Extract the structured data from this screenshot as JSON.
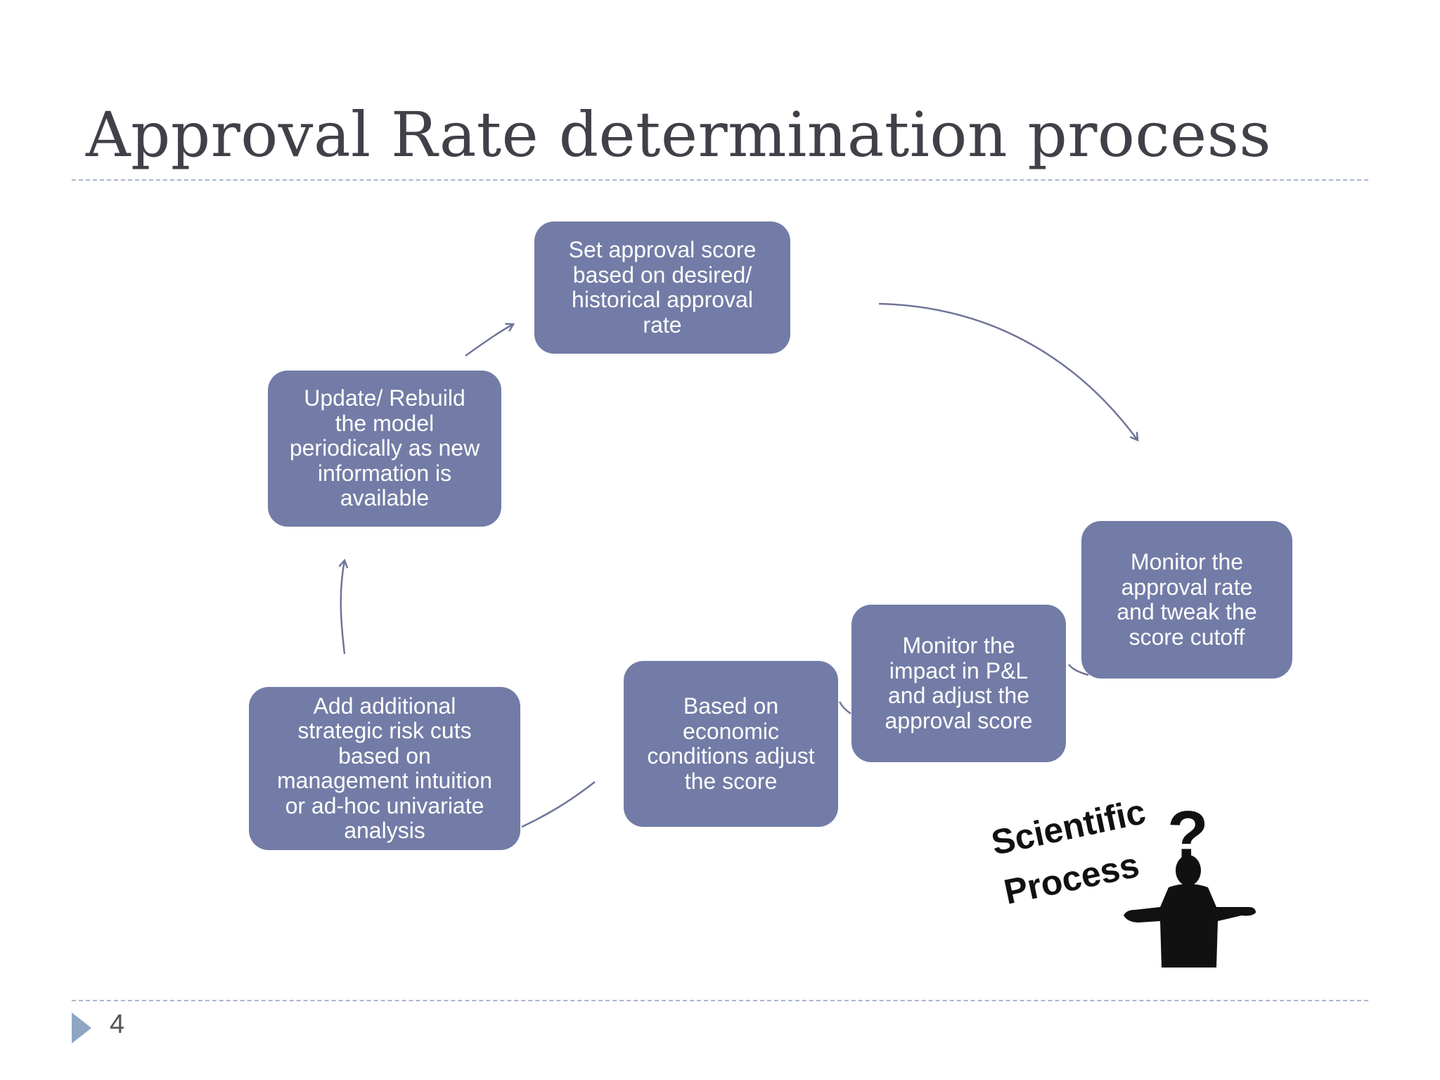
{
  "slide": {
    "title": "Approval Rate determination process",
    "page_number": "4"
  },
  "colors": {
    "node_fill": "#737ca6",
    "node_text": "#ffffff",
    "arrow": "#6f7599",
    "rule": "#a9b6cb",
    "marker": "#8fa6c2"
  },
  "diagram": {
    "type": "cycle",
    "nodes": [
      {
        "id": "set-approval-score",
        "text": "Set approval score\nbased on desired/\nhistorical approval\nrate"
      },
      {
        "id": "monitor-approval-rate",
        "text": "Monitor the\napproval rate\nand tweak the\nscore cutoff"
      },
      {
        "id": "monitor-pnl-impact",
        "text": "Monitor the\nimpact in P&L\nand adjust the\napproval score"
      },
      {
        "id": "economic-conditions",
        "text": "Based on\neconomic\nconditions adjust\nthe score"
      },
      {
        "id": "strategic-risk-cuts",
        "text": "Add additional\nstrategic risk cuts\nbased on\nmanagement intuition\nor ad-hoc univariate\nanalysis"
      },
      {
        "id": "update-rebuild-model",
        "text": "Update/ Rebuild\nthe model\nperiodically as new\ninformation is\navailable"
      }
    ],
    "edges": [
      {
        "from": "set-approval-score",
        "to": "monitor-approval-rate"
      },
      {
        "from": "monitor-approval-rate",
        "to": "monitor-pnl-impact"
      },
      {
        "from": "monitor-pnl-impact",
        "to": "economic-conditions"
      },
      {
        "from": "economic-conditions",
        "to": "strategic-risk-cuts"
      },
      {
        "from": "strategic-risk-cuts",
        "to": "update-rebuild-model"
      },
      {
        "from": "update-rebuild-model",
        "to": "set-approval-score"
      }
    ]
  },
  "clipart": {
    "text_line1": "Scientific",
    "text_line2": "Process",
    "symbol": "?",
    "figure": "shrugging-person-silhouette-icon"
  }
}
